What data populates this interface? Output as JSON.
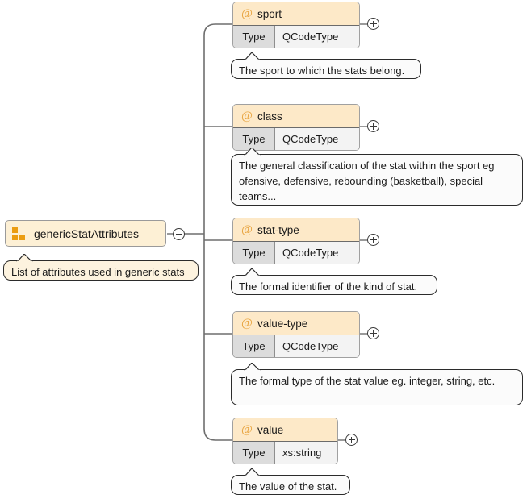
{
  "root": {
    "label": "genericStatAttributes",
    "icon": "attribute-group-icon",
    "toggle": "minus",
    "doc": "List of attributes used in generic stats"
  },
  "type_label": "Type",
  "at_symbol": "@",
  "attributes": [
    {
      "name": "sport",
      "type": "QCodeType",
      "doc": "The sport to which the stats belong.",
      "toggle": "plus"
    },
    {
      "name": "class",
      "type": "QCodeType",
      "doc": "The general classification of the stat within the sport eg ofensive, defensive, rebounding (basketball), special teams...",
      "toggle": "plus"
    },
    {
      "name": "stat-type",
      "type": "QCodeType",
      "doc": "The formal identifier of the kind of stat.",
      "toggle": "plus"
    },
    {
      "name": "value-type",
      "type": "QCodeType",
      "doc": "The formal type of the stat value eg. integer, string, etc.",
      "toggle": "plus"
    },
    {
      "name": "value",
      "type": "xs:string",
      "doc": "The value of the stat.",
      "toggle": "plus"
    }
  ],
  "colors": {
    "attribute_header": "#fde9c8",
    "group_fill": "#fdf0d5",
    "icon_orange": "#eb9d12",
    "at_orange": "#e8a33d",
    "type_label_bg": "#dcdcdc",
    "type_value_bg": "#f3f3f3",
    "connector": "#6e6e6e",
    "border": "#a0a0a0"
  }
}
